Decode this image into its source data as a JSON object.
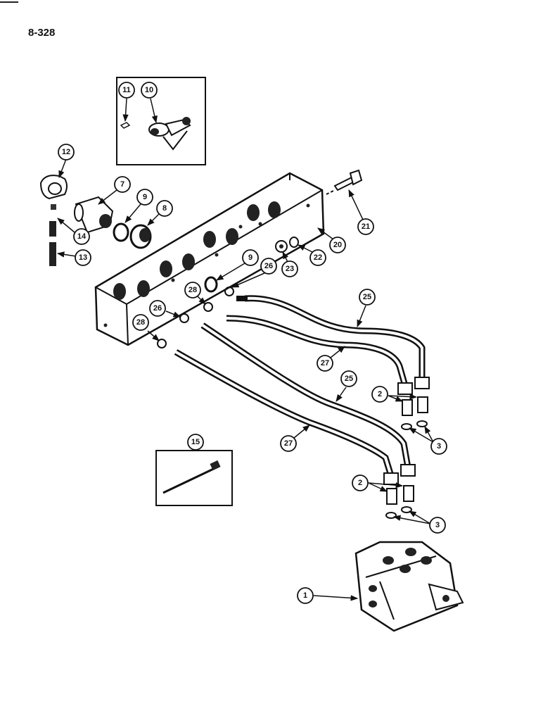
{
  "page_number": "8-328",
  "callouts": {
    "c1": "1",
    "c2a": "2",
    "c2b": "2",
    "c3a": "3",
    "c3b": "3",
    "c7": "7",
    "c8": "8",
    "c9a": "9",
    "c9b": "9",
    "c10": "10",
    "c11": "11",
    "c12": "12",
    "c13": "13",
    "c14": "14",
    "c15": "15",
    "c20": "20",
    "c21": "21",
    "c22": "22",
    "c23": "23",
    "c25a": "25",
    "c25b": "25",
    "c26a": "26",
    "c26b": "26",
    "c27a": "27",
    "c27b": "27",
    "c28a": "28",
    "c28b": "28"
  }
}
